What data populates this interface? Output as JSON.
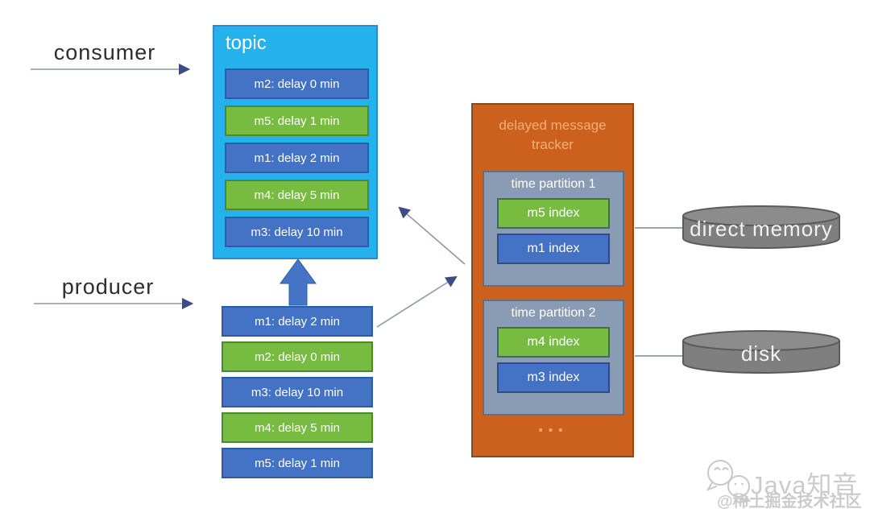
{
  "labels": {
    "consumer": "consumer",
    "producer": "producer"
  },
  "topic": {
    "title": "topic",
    "messages": [
      {
        "text": "m2: delay 0 min",
        "color": "blue"
      },
      {
        "text": "m5: delay 1 min",
        "color": "green"
      },
      {
        "text": "m1: delay 2 min",
        "color": "blue"
      },
      {
        "text": "m4: delay 5 min",
        "color": "green"
      },
      {
        "text": "m3: delay 10 min",
        "color": "blue"
      }
    ]
  },
  "producer_stack": {
    "messages": [
      {
        "text": "m1: delay 2 min",
        "color": "blue"
      },
      {
        "text": "m2: delay 0 min",
        "color": "green"
      },
      {
        "text": "m3: delay 10 min",
        "color": "blue"
      },
      {
        "text": "m4: delay 5 min",
        "color": "green"
      },
      {
        "text": "m5: delay 1 min",
        "color": "blue"
      }
    ]
  },
  "tracker": {
    "title": "delayed message tracker",
    "ellipsis": "...",
    "partitions": [
      {
        "title": "time partition 1",
        "indexes": [
          {
            "text": "m5 index",
            "color": "green"
          },
          {
            "text": "m1 index",
            "color": "blue"
          }
        ]
      },
      {
        "title": "time partition 2",
        "indexes": [
          {
            "text": "m4 index",
            "color": "green"
          },
          {
            "text": "m3 index",
            "color": "blue"
          }
        ]
      }
    ]
  },
  "storage": {
    "direct_memory": "direct memory",
    "disk": "disk"
  },
  "watermark": {
    "brand": "Java知音",
    "community": "@稀土掘金技术社区"
  },
  "colors": {
    "topic_fill": "#25B1EB",
    "topic_border": "#2A8BD0",
    "message_blue": "#4472C4",
    "message_green": "#77BC41",
    "tracker_fill": "#CB611D",
    "tracker_title_text": "#F5AE74",
    "partition_fill": "#8A9BB4",
    "cylinder_fill": "#7F7F7F",
    "arrow_line": "#8A97A8",
    "arrow_head": "#3D4C85",
    "block_arrow": "#4573C5",
    "watermark_gray": "#CBCBCB"
  }
}
